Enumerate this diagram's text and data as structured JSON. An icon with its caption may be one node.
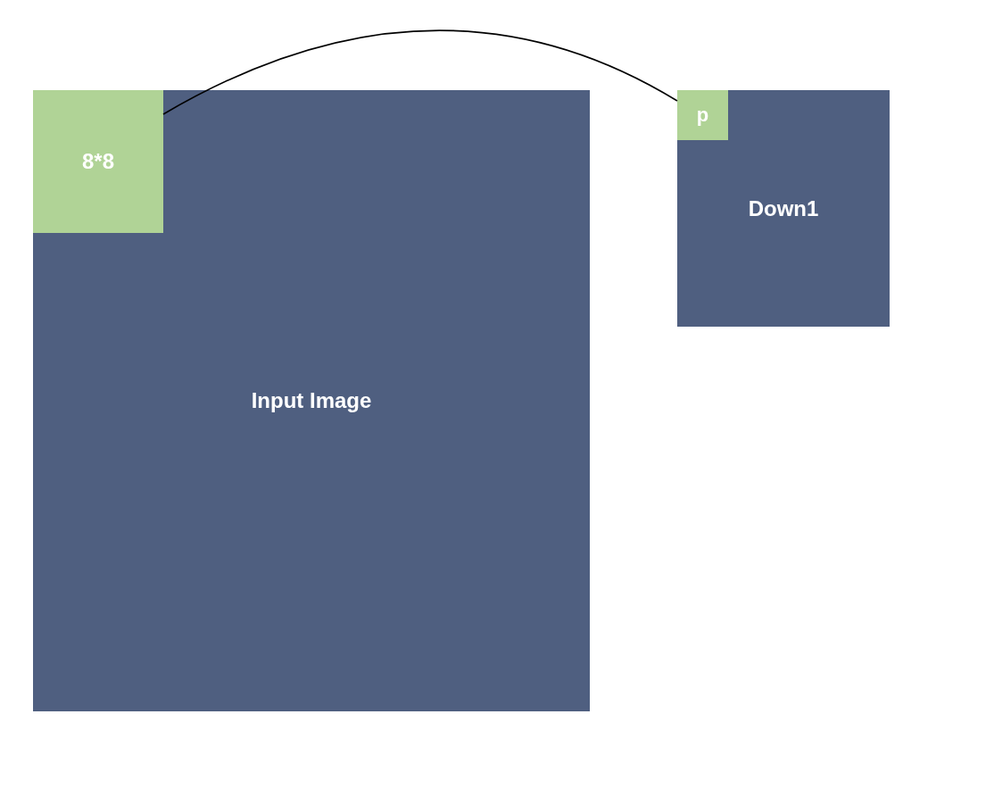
{
  "diagram": {
    "nodes": [
      {
        "text": [
          "Input Image"
        ]
      },
      {
        "text": [
          "8*8"
        ],
        "in": 0
      },
      {
        "text": [
          "Down1"
        ]
      },
      {
        "text": [
          "p"
        ],
        "in": 2
      }
    ],
    "edges": [
      {
        "from": 1,
        "to": 3,
        "arrow": "none"
      }
    ]
  }
}
